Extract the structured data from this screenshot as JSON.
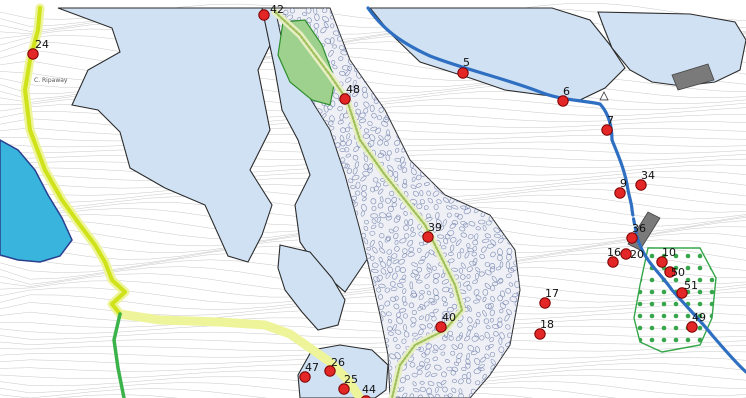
{
  "map": {
    "colors": {
      "background": "#ffffff",
      "contour": "#c8c8c8",
      "zone_fill": "#cfe1f3",
      "zone_stroke": "#2b2b2b",
      "river": "#2f6fc2",
      "water": "#39b4dd",
      "yellow_route": "#cfe21a",
      "yellow_route_halo": "#eef49a",
      "green_route": "#3bb34a",
      "debris_fill": "#eef0f6",
      "debris_stroke": "#7d8bb3",
      "grove_fill": "#9fd18e",
      "grove_stroke": "#2f8f2f",
      "dot_grid": "#35a64a",
      "building": "#7a7a7a",
      "point_fill": "#e32626",
      "point_stroke": "#7a0000"
    },
    "place_label": "C. Ripaway",
    "points": [
      {
        "id": "24",
        "label": "24"
      },
      {
        "id": "42",
        "label": "42"
      },
      {
        "id": "48",
        "label": "48"
      },
      {
        "id": "39",
        "label": "39"
      },
      {
        "id": "40",
        "label": "40"
      },
      {
        "id": "5",
        "label": "5"
      },
      {
        "id": "6",
        "label": "6"
      },
      {
        "id": "7",
        "label": "7"
      },
      {
        "id": "9",
        "label": "9"
      },
      {
        "id": "34",
        "label": "34"
      },
      {
        "id": "36",
        "label": "36"
      },
      {
        "id": "20",
        "label": "20"
      },
      {
        "id": "16",
        "label": "16"
      },
      {
        "id": "10",
        "label": "10"
      },
      {
        "id": "50",
        "label": "50"
      },
      {
        "id": "51",
        "label": "51"
      },
      {
        "id": "49",
        "label": "49"
      },
      {
        "id": "17",
        "label": "17"
      },
      {
        "id": "18",
        "label": "18"
      },
      {
        "id": "26",
        "label": "26"
      },
      {
        "id": "47",
        "label": "47"
      },
      {
        "id": "25",
        "label": "25"
      },
      {
        "id": "44",
        "label": "44"
      }
    ]
  }
}
